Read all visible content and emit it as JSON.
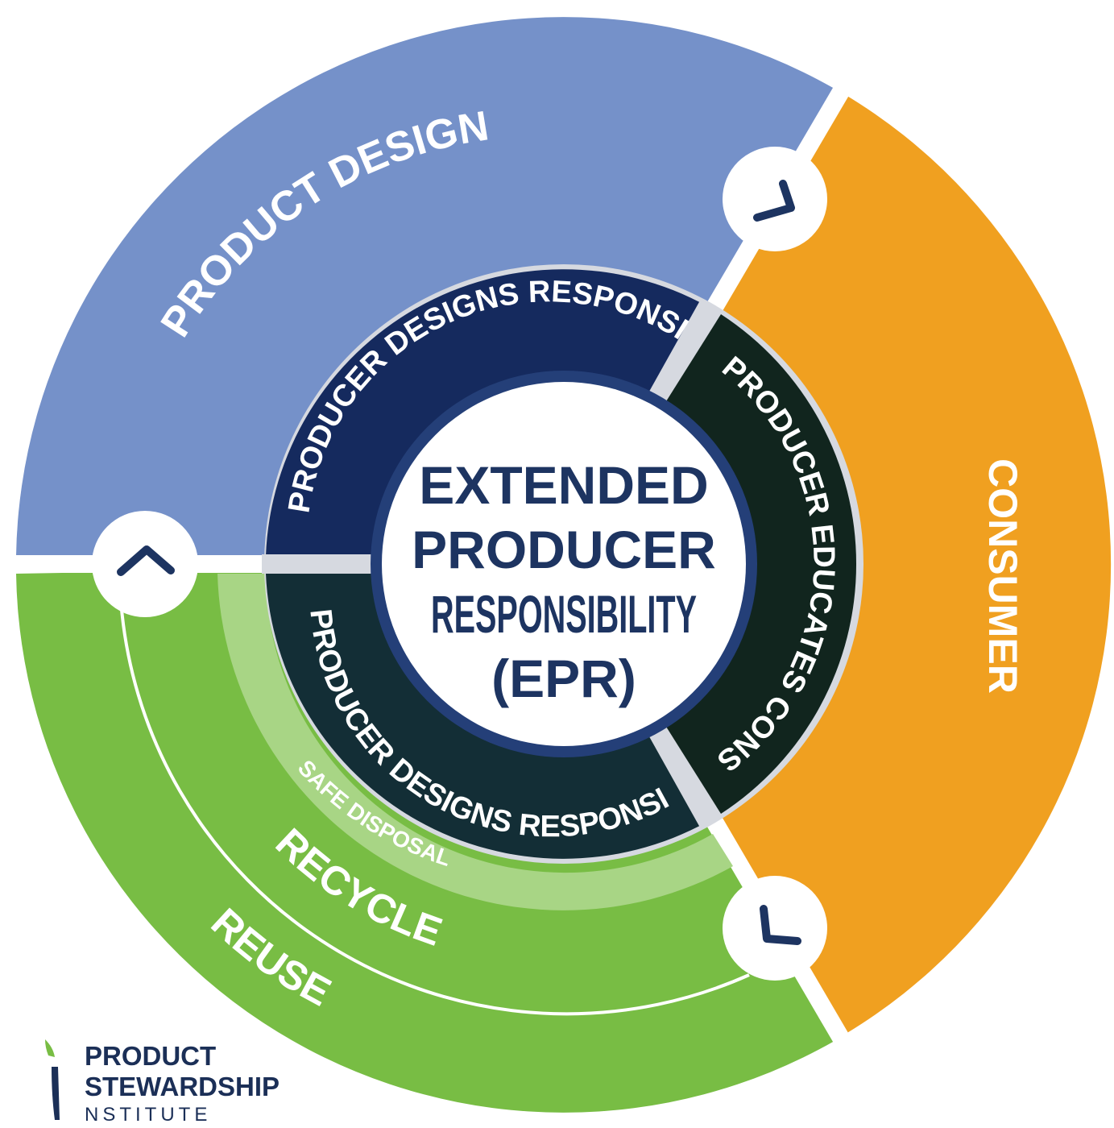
{
  "segments": {
    "design": "PRODUCT DESIGN",
    "consumer": "CONSUMER",
    "safe_disposal": "SAFE DISPOSAL",
    "recycle": "RECYCLE",
    "reuse": "REUSE"
  },
  "inner_ring": {
    "top": "PRODUCER DESIGNS RESPONSIBLY",
    "right": "PRODUCER EDUCATES CONSUMERS",
    "bottom": "PRODUCER DESIGNS RESPONSIBLY"
  },
  "center": {
    "line1": "EXTENDED",
    "line2": "PRODUCER",
    "line3": "RESPONSIBILITY",
    "line4": "(EPR)"
  },
  "logo": {
    "line1": "PRODUCT",
    "line2": "STEWARDSHIP",
    "line3": "NSTITUTE"
  },
  "colors": {
    "design_blue": "#7591c9",
    "consumer_orange": "#f0a020",
    "green": "#78bd44",
    "light_green": "#a8d585",
    "inner_navy": "#152a5e",
    "inner_dark": "#11251e",
    "inner_teal": "#132e36",
    "ring_blue": "#243f78",
    "center_text": "#1d3461"
  },
  "icons": [
    "chevron-down-right-icon",
    "chevron-up-icon",
    "chevron-down-left-icon"
  ]
}
